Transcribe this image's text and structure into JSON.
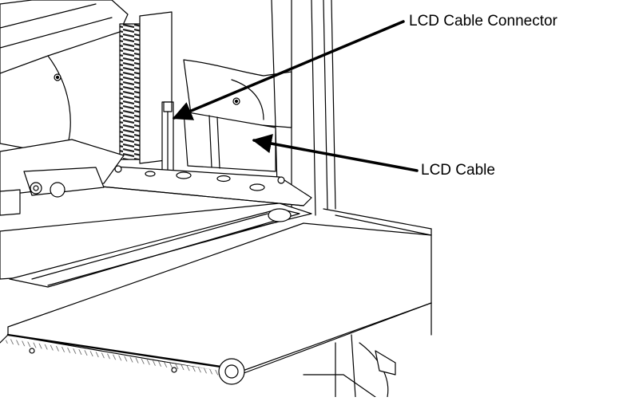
{
  "callouts": [
    {
      "id": "connector",
      "label": "LCD Cable Connector"
    },
    {
      "id": "cable",
      "label": "LCD Cable"
    }
  ],
  "colors": {
    "line": "#000000",
    "fill": "#ffffff",
    "shade": "#e6e6e6",
    "spring": "#333333"
  }
}
